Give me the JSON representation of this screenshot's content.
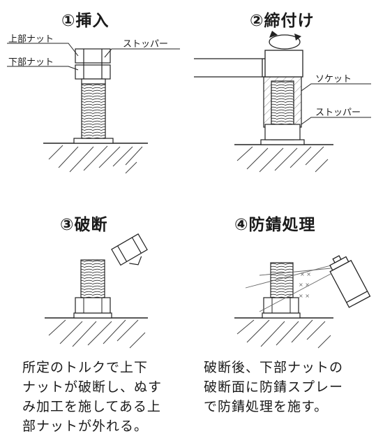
{
  "steps": [
    {
      "title": "①挿入"
    },
    {
      "title": "②締付け"
    },
    {
      "title": "③破断"
    },
    {
      "title": "④防錆処理"
    }
  ],
  "labels": {
    "upper_nut": "上部ナット",
    "lower_nut": "下部ナット",
    "stopper_1": "ストッパー",
    "socket": "ソケット",
    "stopper_2": "ストッパー"
  },
  "descriptions": {
    "step3": [
      "所定のトルクで上下",
      "ナットが破断し、ぬす",
      "み加工を施してある上",
      "部ナットが外れる。"
    ],
    "step4": [
      "破断後、下部ナットの",
      "破断面に防錆スプレー",
      "で防錆処理を施す。"
    ]
  }
}
